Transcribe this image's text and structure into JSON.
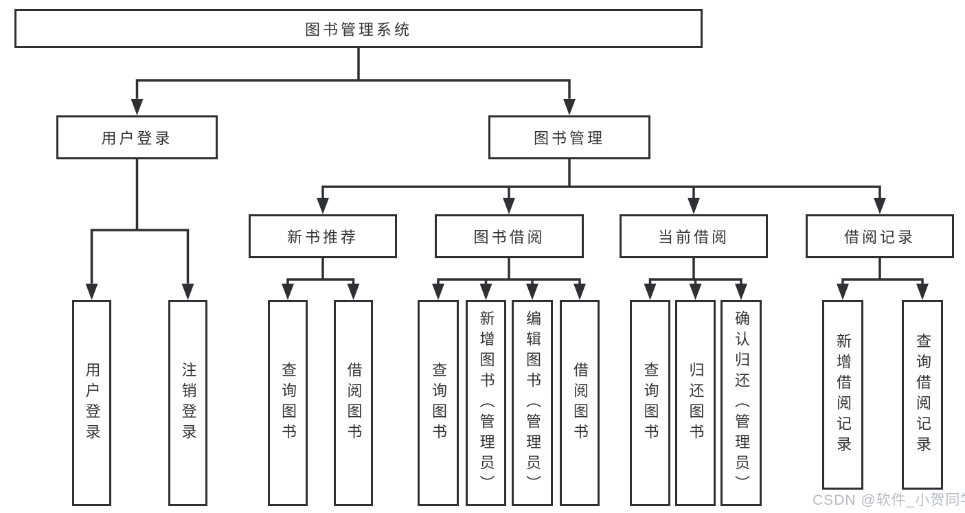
{
  "tree": {
    "root": "图书管理系统",
    "user_login": {
      "label": "用户登录",
      "children": [
        "用户登录",
        "注销登录"
      ]
    },
    "book_mgmt": {
      "label": "图书管理",
      "sections": {
        "new_books": {
          "label": "新书推荐",
          "children": [
            "查询图书",
            "借阅图书"
          ]
        },
        "book_borrow": {
          "label": "图书借阅",
          "children": [
            "查询图书",
            "新增图书（管理员）",
            "编辑图书（管理员）",
            "借阅图书"
          ]
        },
        "current_borrow": {
          "label": "当前借阅",
          "children": [
            "查询图书",
            "归还图书",
            "确认归还（管理员）"
          ]
        },
        "borrow_records": {
          "label": "借阅记录",
          "children": [
            "新增借阅记录",
            "查询借阅记录"
          ]
        }
      }
    }
  },
  "watermark": "CSDN @软件_小贺同学",
  "colors": {
    "line": "#2e3033",
    "text": "#333333",
    "watermark": "#b7bbc2"
  }
}
